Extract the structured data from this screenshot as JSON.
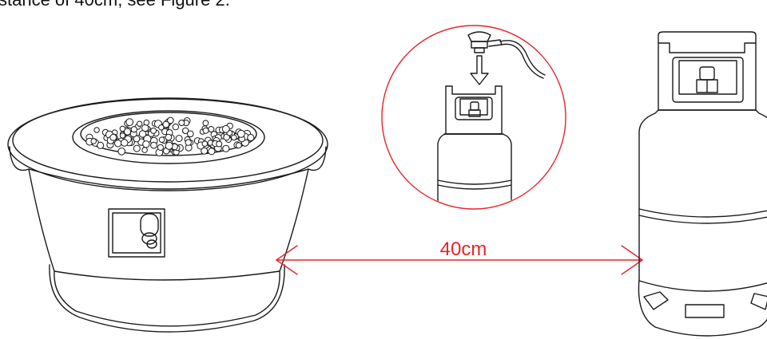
{
  "caption": "stance of 40cm, see Figure 2.",
  "dimension": {
    "label": "40cm",
    "color": "#e8242a"
  },
  "colors": {
    "line": "#1a1a1a",
    "accent": "#e8242a"
  },
  "icons": [
    "fire-pit-illustration",
    "regulator-icon",
    "gas-cylinder-illustration",
    "arrow-down-icon"
  ]
}
